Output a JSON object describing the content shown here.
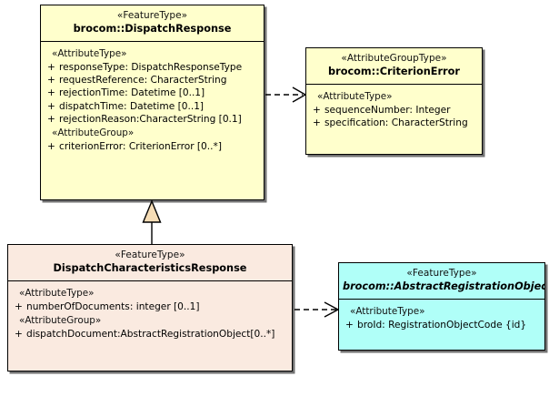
{
  "diagram": {
    "type": "uml-class-diagram",
    "colors": {
      "featuretype_fill": "#FFFFCC",
      "attributegrouptype_fill": "#FFFFCC",
      "subtype_fill": "#FAEAE0",
      "abstract_fill": "#B0FFF8",
      "border": "#000000",
      "generalization_triangle_fill": "#F6DDB6",
      "background": "#FFFFFF"
    }
  },
  "classes": {
    "dispatch_response": {
      "stereotype": "«FeatureType»",
      "name": "brocom::DispatchResponse",
      "abstract": false,
      "compartments": [
        {
          "group_label": "«AttributeType»",
          "attributes": [
            {
              "visibility": "+",
              "text": "responseType: DispatchResponseType"
            },
            {
              "visibility": "+",
              "text": "requestReference: CharacterString"
            },
            {
              "visibility": "+",
              "text": "rejectionTime: Datetime [0..1]"
            },
            {
              "visibility": "+",
              "text": "dispatchTime: Datetime [0..1]"
            },
            {
              "visibility": "+",
              "text": "rejectionReason:CharacterString [0.1]"
            }
          ]
        },
        {
          "group_label": "«AttributeGroup»",
          "attributes": [
            {
              "visibility": "+",
              "text": "criterionError: CriterionError [0..*]"
            }
          ]
        }
      ]
    },
    "criterion_error": {
      "stereotype": "«AttributeGroupType»",
      "name": "brocom::CriterionError",
      "abstract": false,
      "compartments": [
        {
          "group_label": "«AttributeType»",
          "attributes": [
            {
              "visibility": "+",
              "text": "sequenceNumber: Integer"
            },
            {
              "visibility": "+",
              "text": "specification: CharacterString"
            }
          ]
        }
      ]
    },
    "dispatch_characteristics_response": {
      "stereotype": "«FeatureType»",
      "name": "DispatchCharacteristicsResponse",
      "abstract": false,
      "compartments": [
        {
          "group_label": "«AttributeType»",
          "attributes": [
            {
              "visibility": "+",
              "text": "numberOfDocuments: integer [0..1]"
            }
          ]
        },
        {
          "group_label": "«AttributeGroup»",
          "attributes": [
            {
              "visibility": "+",
              "text": "dispatchDocument:AbstractRegistrationObject[0..*]"
            }
          ]
        }
      ]
    },
    "abstract_registration_object": {
      "stereotype": "«FeatureType»",
      "name": "brocom::AbstractRegistrationObject",
      "abstract": true,
      "compartments": [
        {
          "group_label": "«AttributeType»",
          "attributes": [
            {
              "visibility": "+",
              "text": "broId: RegistrationObjectCode {id}"
            }
          ]
        }
      ]
    }
  },
  "relationships": [
    {
      "id": "generalization-dispatchchar-to-dispatchresponse",
      "kind": "generalization",
      "line": "solid",
      "arrowhead": "hollow-triangle",
      "source": "dispatch_characteristics_response",
      "target": "dispatch_response"
    },
    {
      "id": "dependency-dispatchresponse-to-criterionerror",
      "kind": "dependency",
      "line": "dashed",
      "arrowhead": "open-arrow",
      "source": "dispatch_response",
      "target": "criterion_error"
    },
    {
      "id": "dependency-dispatchchar-to-abstractregistrationobject",
      "kind": "dependency",
      "line": "dashed",
      "arrowhead": "open-arrow",
      "source": "dispatch_characteristics_response",
      "target": "abstract_registration_object"
    }
  ]
}
